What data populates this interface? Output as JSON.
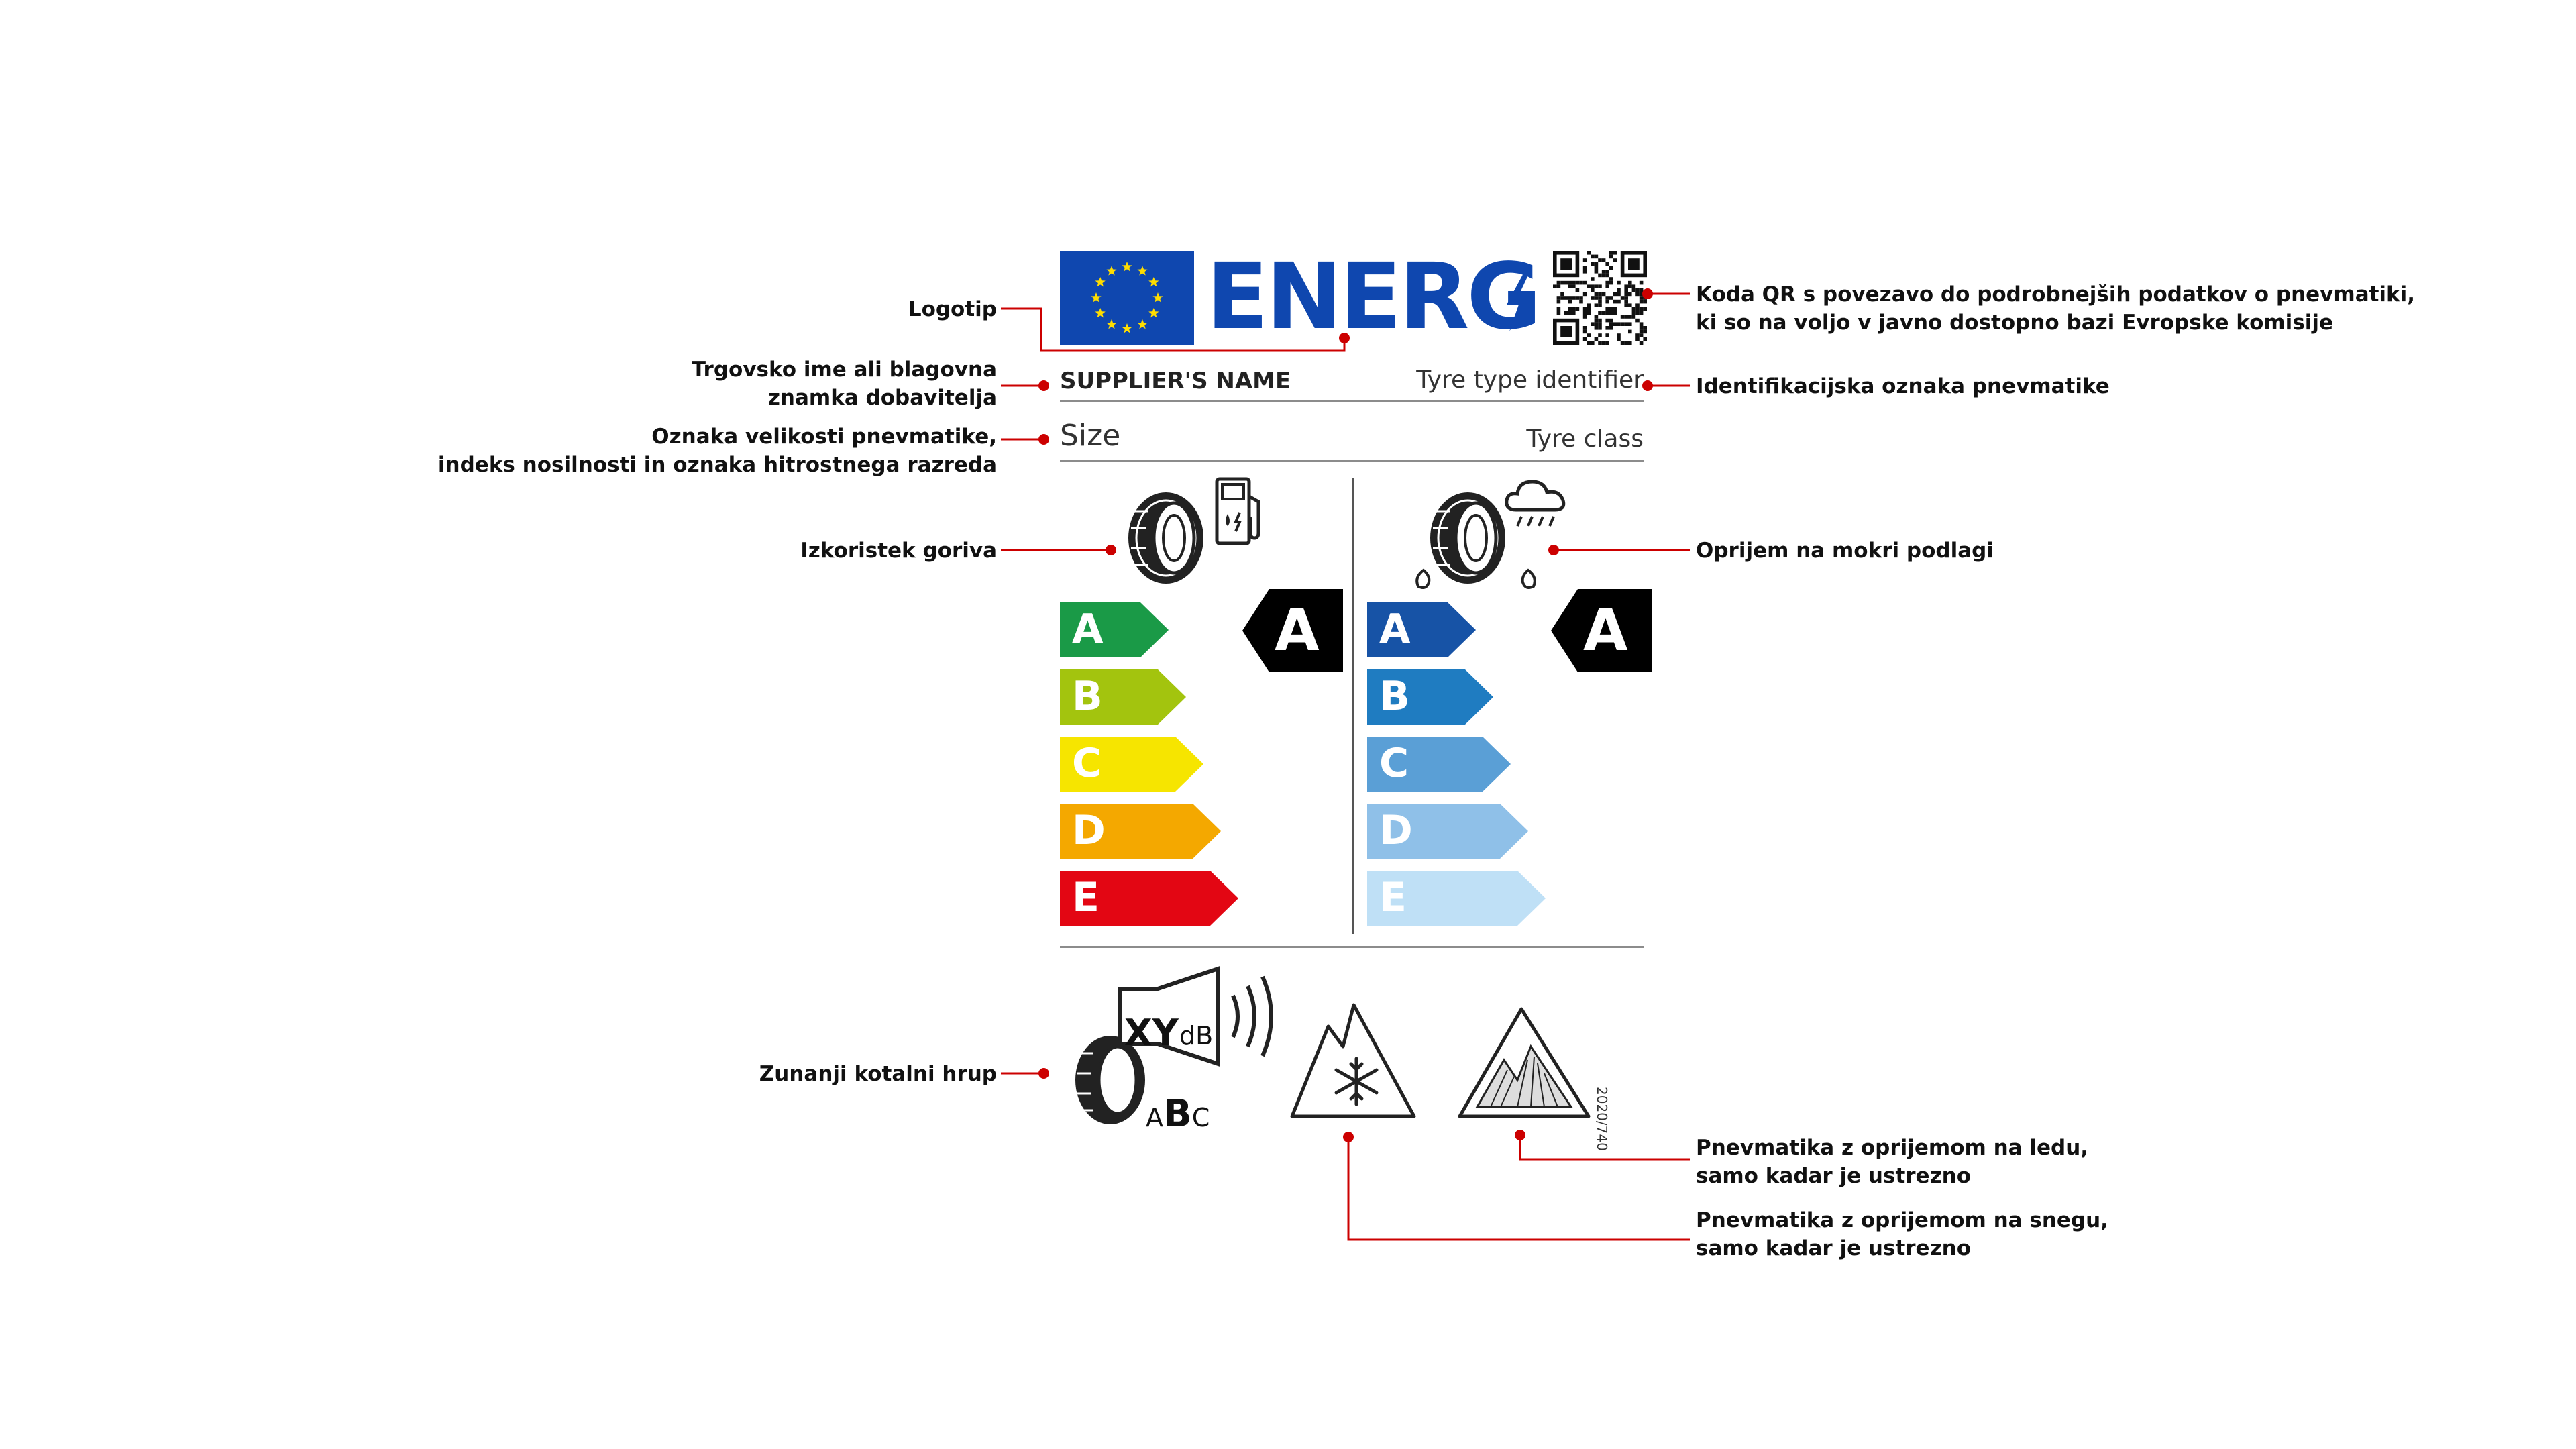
{
  "label": {
    "energy_title": "ENERG",
    "supplier_name": "SUPPLIER'S NAME",
    "tyre_type_identifier": "Tyre type identifier",
    "size": "Size",
    "tyre_class": "Tyre class",
    "noise_value": "XY",
    "noise_unit": "dB",
    "noise_classes": [
      "A",
      "B",
      "C"
    ],
    "regulation": "2020/740",
    "fuel_efficiency": {
      "scale": [
        {
          "letter": "A",
          "color": "#1a9a47"
        },
        {
          "letter": "B",
          "color": "#a3c40e"
        },
        {
          "letter": "C",
          "color": "#f6e500"
        },
        {
          "letter": "D",
          "color": "#f4a800"
        },
        {
          "letter": "E",
          "color": "#e30613"
        }
      ],
      "rating": "A"
    },
    "wet_grip": {
      "scale": [
        {
          "letter": "A",
          "color": "#1753a6"
        },
        {
          "letter": "B",
          "color": "#1f7cc1"
        },
        {
          "letter": "C",
          "color": "#5a9fd6"
        },
        {
          "letter": "D",
          "color": "#8fc0e8"
        },
        {
          "letter": "E",
          "color": "#bfe0f6"
        }
      ],
      "rating": "A"
    }
  },
  "callouts": {
    "logotip": "Logotip",
    "supplier": [
      "Trgovsko ime ali blagovna",
      "znamka dobavitelja"
    ],
    "size": [
      "Oznaka velikosti pnevmatike,",
      "indeks nosilnosti in oznaka hitrostnega razreda"
    ],
    "fuel": "Izkoristek goriva",
    "noise": "Zunanji kotalni hrup",
    "qr": [
      "Koda QR s povezavo do podrobnejših podatkov o pnevmatiki,",
      "ki so na voljo v javno dostopno bazi Evropske komisije"
    ],
    "identifier": "Identifikacijska oznaka pnevmatike",
    "wet": "Oprijem na mokri podlagi",
    "ice": [
      "Pnevmatika z oprijemom na ledu,",
      "samo kadar je ustrezno"
    ],
    "snow": [
      "Pnevmatika z oprijemom na snegu,",
      "samo kadar je ustrezno"
    ]
  },
  "colors": {
    "eu_blue": "#0f47af",
    "eu_star": "#ffdd00",
    "callout_red": "#cc0000",
    "rule_gray": "#8c8c8c",
    "rating_black": "#000000"
  },
  "icons": [
    "eu-flag-icon",
    "lightning-icon",
    "qr-code-icon",
    "fuel-pump-icon",
    "rain-cloud-icon",
    "tyre-icon",
    "speaker-icon",
    "snowflake-mountain-icon",
    "ice-mountain-icon"
  ]
}
